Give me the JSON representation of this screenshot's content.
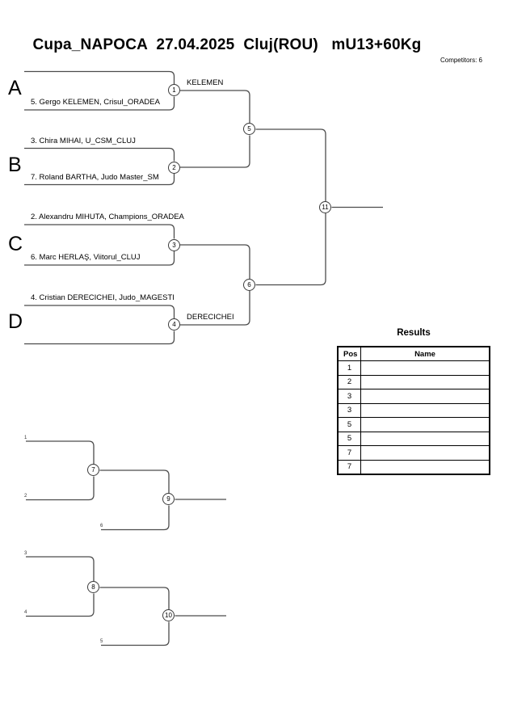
{
  "header": {
    "title": "Cupa_NAPOCA  27.04.2025  Cluj(ROU)   mU13+60Kg",
    "competitors": "Competitors: 6"
  },
  "bracket": {
    "pools": [
      {
        "letter": "A",
        "top": "",
        "bottom": "5. Gergo KELEMEN, Crisul_ORADEA",
        "match": "1",
        "winner": "KELEMEN"
      },
      {
        "letter": "B",
        "top": "3. Chira MIHAI, U_CSM_CLUJ",
        "bottom": "7. Roland BARTHA, Judo Master_SM",
        "match": "2",
        "winner": ""
      },
      {
        "letter": "C",
        "top": "2. Alexandru MIHUTA, Champions_ORADEA",
        "bottom": "6. Marc HERLAŞ, Viitorul_CLUJ",
        "match": "3",
        "winner": ""
      },
      {
        "letter": "D",
        "top": "4. Cristian DERECICHEI, Judo_MAGESTI",
        "bottom": "",
        "match": "4",
        "winner": "DERECICHEI"
      }
    ],
    "semifinal_top": "5",
    "semifinal_bottom": "6",
    "final": "11"
  },
  "repechage": {
    "top": {
      "input_top": "1",
      "input_bottom": "2",
      "match1": "7",
      "input_third": "6",
      "match2": "9"
    },
    "bottom": {
      "input_top": "3",
      "input_bottom": "4",
      "match1": "8",
      "input_third": "5",
      "match2": "10"
    }
  },
  "results": {
    "title": "Results",
    "col_pos": "Pos",
    "col_name": "Name",
    "rows": [
      {
        "pos": "1",
        "name": ""
      },
      {
        "pos": "2",
        "name": ""
      },
      {
        "pos": "3",
        "name": ""
      },
      {
        "pos": "3",
        "name": ""
      },
      {
        "pos": "5",
        "name": ""
      },
      {
        "pos": "5",
        "name": ""
      },
      {
        "pos": "7",
        "name": ""
      },
      {
        "pos": "7",
        "name": ""
      }
    ]
  }
}
